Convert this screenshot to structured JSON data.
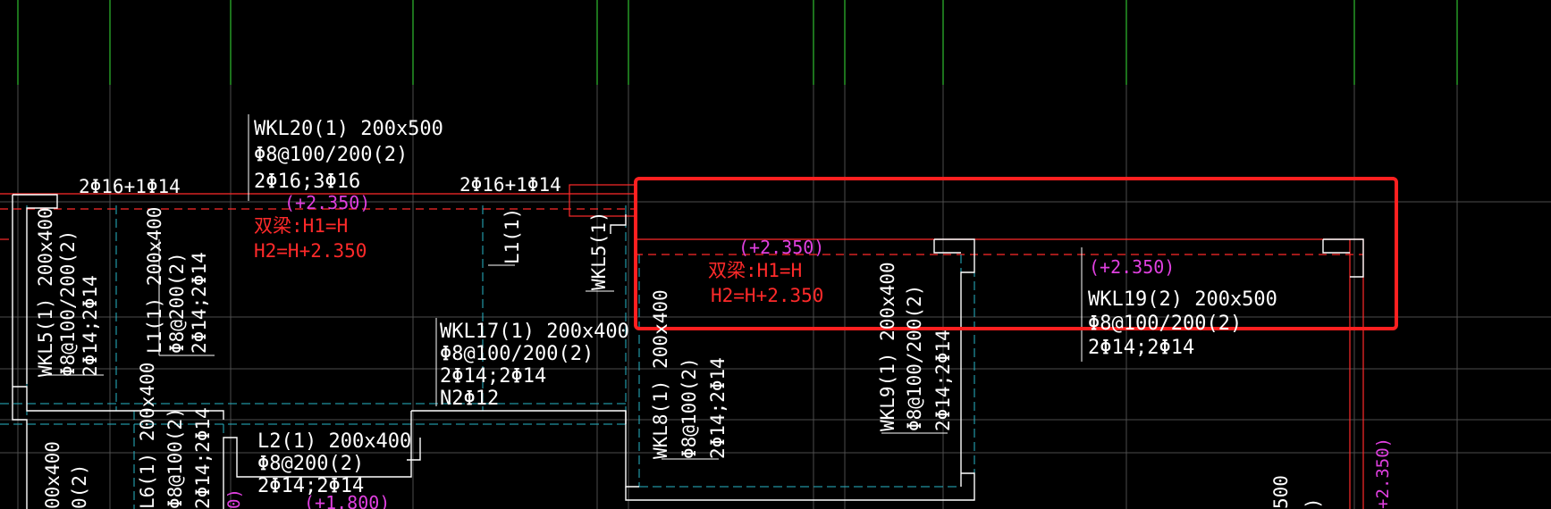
{
  "drawing": {
    "colors": {
      "background": "#000000",
      "axis_vertical": "#2fbf2f",
      "grid": "#555555",
      "beam_outline": "#ffffff",
      "beam_hidden": "#29b6c8",
      "beam_red": "#ff2a2a",
      "elevation": "#e040e0",
      "highlight": "#ff2020"
    },
    "beams": {
      "wkl20": {
        "name": "WKL20(1) 200x500",
        "stirrup": "Φ8@100/200(2)",
        "rebar": "2Φ16;3Φ16"
      },
      "wkl17": {
        "name": "WKL17(1) 200x400",
        "stirrup": "Φ8@100/200(2)",
        "rebar": "2Φ14;2Φ14",
        "waist": "N2Φ12"
      },
      "wkl19": {
        "name": "WKL19(2) 200x500",
        "stirrup": "Φ8@100/200(2)",
        "rebar": "2Φ14;2Φ14"
      },
      "l2": {
        "name": "L2(1) 200x400",
        "stirrup": "Φ8@200(2)",
        "rebar": "2Φ14;2Φ14"
      },
      "wkl5": {
        "name": "WKL5(1) 200x400",
        "stirrup": "Φ8@100/200(2)",
        "rebar": "2Φ14;2Φ14"
      },
      "l1": {
        "name": "L1(1) 200x400",
        "stirrup": "Φ8@200(2)",
        "rebar": "2Φ14;2Φ14"
      },
      "wkl8": {
        "name": "WKL8(1) 200x400",
        "stirrup": "Φ8@100(2)",
        "rebar": "2Φ14;2Φ14"
      },
      "wkl9": {
        "name": "WKL9(1) 200x400",
        "stirrup": "Φ8@100/200(2)",
        "rebar": "2Φ14;2Φ14"
      },
      "l6": {
        "name": "L6(1) 200x400",
        "stirrup": "Φ8@100(2)",
        "rebar": "2Φ14;2Φ14"
      },
      "wkl5_vert_tag": "WKL5(1)",
      "l1_vert_tag": "L1(1)",
      "left_edge_a": "00x400",
      "left_edge_b": "0(2)",
      "bottom_right_fragment": "500",
      "bottom_right_fragment2": ")",
      "right_vert_elev": "+2.350)"
    },
    "labels": {
      "top_rebar_left": "2Φ16+1Φ14",
      "top_rebar_mid": "2Φ16+1Φ14",
      "elev_1": "(+2.350)",
      "elev_2": "(+2.350)",
      "elev_3": "(+2.350)",
      "elev_bottom": "(+1.800)",
      "elev_bottom_left": "0)",
      "double_beam_left_1": "双梁:H1=H",
      "double_beam_left_2": "H2=H+2.350",
      "double_beam_right_1": "双梁:H1=H",
      "double_beam_right_2": "H2=H+2.350"
    }
  }
}
